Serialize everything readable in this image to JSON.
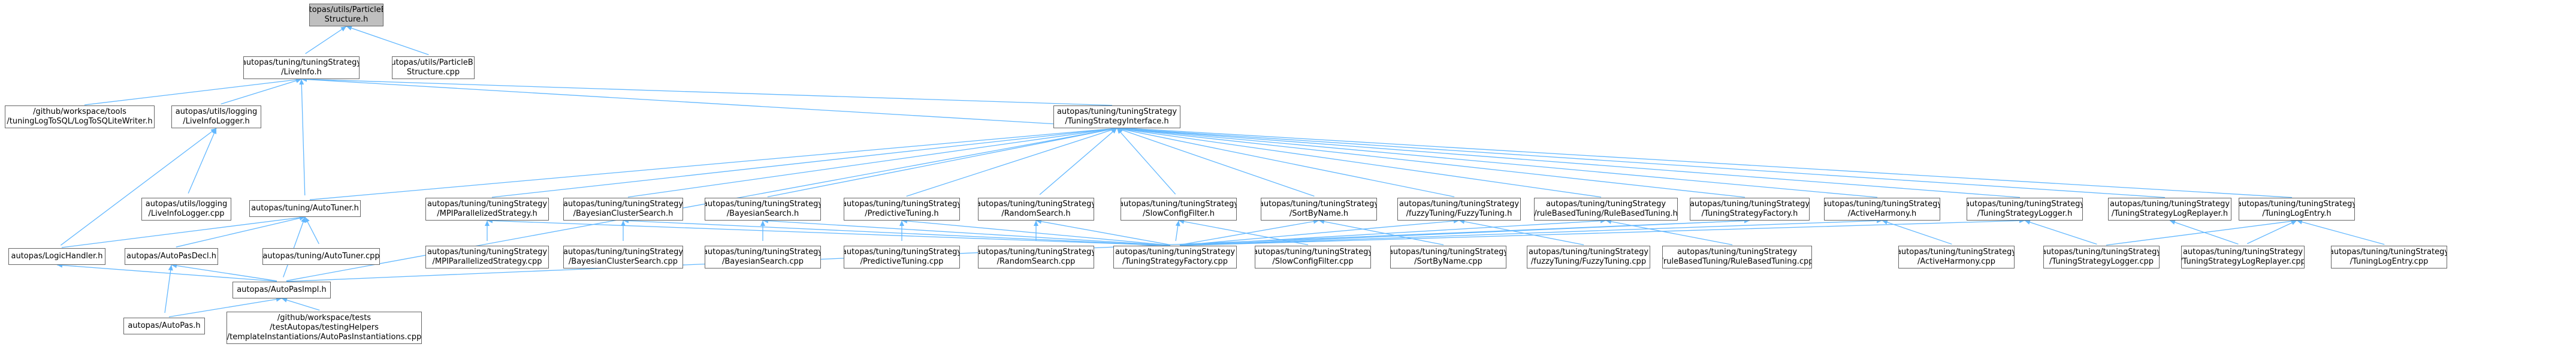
{
  "colors": {
    "edge": "#63b8ff",
    "border": "#666666",
    "root_fill": "#bfbfbf",
    "node_fill": "#ffffff"
  },
  "nodes": [
    {
      "id": "root",
      "lines": [
        "autopas/utils/ParticleBin",
        "Structure.h"
      ]
    },
    {
      "id": "liveinfo",
      "lines": [
        "autopas/tuning/tuningStrategy",
        "/LiveInfo.h"
      ]
    },
    {
      "id": "pbs_cpp",
      "lines": [
        "autopas/utils/ParticleBin",
        "Structure.cpp"
      ]
    },
    {
      "id": "gw_tools",
      "lines": [
        "/github/workspace/tools",
        "/tuningLogToSQL/LogToSQLiteWriter.h"
      ]
    },
    {
      "id": "liveinfologger_h",
      "lines": [
        "autopas/utils/logging",
        "/LiveInfoLogger.h"
      ]
    },
    {
      "id": "tsi",
      "lines": [
        "autopas/tuning/tuningStrategy",
        "/TuningStrategyInterface.h"
      ]
    },
    {
      "id": "liveinfologger_cpp",
      "lines": [
        "autopas/utils/logging",
        "/LiveInfoLogger.cpp"
      ]
    },
    {
      "id": "autotuner_h",
      "lines": [
        "autopas/tuning/AutoTuner.h"
      ]
    },
    {
      "id": "mpi_h",
      "lines": [
        "autopas/tuning/tuningStrategy",
        "/MPIParallelizedStrategy.h"
      ]
    },
    {
      "id": "bayclust_h",
      "lines": [
        "autopas/tuning/tuningStrategy",
        "/BayesianClusterSearch.h"
      ]
    },
    {
      "id": "bays_h",
      "lines": [
        "autopas/tuning/tuningStrategy",
        "/BayesianSearch.h"
      ]
    },
    {
      "id": "pred_h",
      "lines": [
        "autopas/tuning/tuningStrategy",
        "/PredictiveTuning.h"
      ]
    },
    {
      "id": "rand_h",
      "lines": [
        "autopas/tuning/tuningStrategy",
        "/RandomSearch.h"
      ]
    },
    {
      "id": "slow_h",
      "lines": [
        "autopas/tuning/tuningStrategy",
        "/SlowConfigFilter.h"
      ]
    },
    {
      "id": "sort_h",
      "lines": [
        "autopas/tuning/tuningStrategy",
        "/SortByName.h"
      ]
    },
    {
      "id": "fuzzy_h",
      "lines": [
        "autopas/tuning/tuningStrategy",
        "/fuzzyTuning/FuzzyTuning.h"
      ]
    },
    {
      "id": "rule_h",
      "lines": [
        "autopas/tuning/tuningStrategy",
        "/ruleBasedTuning/RuleBasedTuning.h"
      ]
    },
    {
      "id": "factory_h",
      "lines": [
        "autopas/tuning/tuningStrategy",
        "/TuningStrategyFactory.h"
      ]
    },
    {
      "id": "active_h",
      "lines": [
        "autopas/tuning/tuningStrategy",
        "/ActiveHarmony.h"
      ]
    },
    {
      "id": "tslogger_h",
      "lines": [
        "autopas/tuning/tuningStrategy",
        "/TuningStrategyLogger.h"
      ]
    },
    {
      "id": "tslogreplayer_h",
      "lines": [
        "autopas/tuning/tuningStrategy",
        "/TuningStrategyLogReplayer.h"
      ]
    },
    {
      "id": "tlogentry_h",
      "lines": [
        "autopas/tuning/tuningStrategy",
        "/TuningLogEntry.h"
      ]
    },
    {
      "id": "logichandler_h",
      "lines": [
        "autopas/LogicHandler.h"
      ]
    },
    {
      "id": "autopasdecl_h",
      "lines": [
        "autopas/AutoPasDecl.h"
      ]
    },
    {
      "id": "autotuner_cpp",
      "lines": [
        "autopas/tuning/AutoTuner.cpp"
      ]
    },
    {
      "id": "mpi_cpp",
      "lines": [
        "autopas/tuning/tuningStrategy",
        "/MPIParallelizedStrategy.cpp"
      ]
    },
    {
      "id": "bayclust_cpp",
      "lines": [
        "autopas/tuning/tuningStrategy",
        "/BayesianClusterSearch.cpp"
      ]
    },
    {
      "id": "bays_cpp",
      "lines": [
        "autopas/tuning/tuningStrategy",
        "/BayesianSearch.cpp"
      ]
    },
    {
      "id": "pred_cpp",
      "lines": [
        "autopas/tuning/tuningStrategy",
        "/PredictiveTuning.cpp"
      ]
    },
    {
      "id": "rand_cpp",
      "lines": [
        "autopas/tuning/tuningStrategy",
        "/RandomSearch.cpp"
      ]
    },
    {
      "id": "factory_cpp",
      "lines": [
        "autopas/tuning/tuningStrategy",
        "/TuningStrategyFactory.cpp"
      ]
    },
    {
      "id": "slow_cpp",
      "lines": [
        "autopas/tuning/tuningStrategy",
        "/SlowConfigFilter.cpp"
      ]
    },
    {
      "id": "sort_cpp",
      "lines": [
        "autopas/tuning/tuningStrategy",
        "/SortByName.cpp"
      ]
    },
    {
      "id": "fuzzy_cpp",
      "lines": [
        "autopas/tuning/tuningStrategy",
        "/fuzzyTuning/FuzzyTuning.cpp"
      ]
    },
    {
      "id": "rule_cpp",
      "lines": [
        "autopas/tuning/tuningStrategy",
        "/ruleBasedTuning/RuleBasedTuning.cpp"
      ]
    },
    {
      "id": "active_cpp",
      "lines": [
        "autopas/tuning/tuningStrategy",
        "/ActiveHarmony.cpp"
      ]
    },
    {
      "id": "tslogger_cpp",
      "lines": [
        "autopas/tuning/tuningStrategy",
        "/TuningStrategyLogger.cpp"
      ]
    },
    {
      "id": "tslogreplayer_cpp",
      "lines": [
        "autopas/tuning/tuningStrategy",
        "/TuningStrategyLogReplayer.cpp"
      ]
    },
    {
      "id": "tlogentry_cpp",
      "lines": [
        "autopas/tuning/tuningStrategy",
        "/TuningLogEntry.cpp"
      ]
    },
    {
      "id": "autopasimpl_h",
      "lines": [
        "autopas/AutoPasImpl.h"
      ]
    },
    {
      "id": "autopas_h",
      "lines": [
        "autopas/AutoPas.h"
      ]
    },
    {
      "id": "gw_tests",
      "lines": [
        "/github/workspace/tests",
        "/testAutopas/testingHelpers",
        "/templateInstantiations/AutoPasInstantiations.cpp"
      ]
    }
  ],
  "edges": [
    [
      "root",
      "liveinfo"
    ],
    [
      "root",
      "pbs_cpp"
    ],
    [
      "liveinfo",
      "gw_tools"
    ],
    [
      "liveinfo",
      "liveinfologger_h"
    ],
    [
      "liveinfo",
      "tsi"
    ],
    [
      "liveinfo",
      "autotuner_h"
    ],
    [
      "liveinfo",
      "tlogentry_h"
    ],
    [
      "liveinfologger_h",
      "liveinfologger_cpp"
    ],
    [
      "liveinfologger_h",
      "logichandler_h"
    ],
    [
      "tsi",
      "autotuner_h"
    ],
    [
      "tsi",
      "mpi_h"
    ],
    [
      "tsi",
      "bayclust_h"
    ],
    [
      "tsi",
      "bays_h"
    ],
    [
      "tsi",
      "pred_h"
    ],
    [
      "tsi",
      "rand_h"
    ],
    [
      "tsi",
      "slow_h"
    ],
    [
      "tsi",
      "sort_h"
    ],
    [
      "tsi",
      "fuzzy_h"
    ],
    [
      "tsi",
      "rule_h"
    ],
    [
      "tsi",
      "factory_h"
    ],
    [
      "tsi",
      "active_h"
    ],
    [
      "tsi",
      "tslogger_h"
    ],
    [
      "tsi",
      "tslogreplayer_h"
    ],
    [
      "tsi",
      "autopasimpl_h"
    ],
    [
      "autotuner_h",
      "logichandler_h"
    ],
    [
      "autotuner_h",
      "autopasdecl_h"
    ],
    [
      "autotuner_h",
      "autotuner_cpp"
    ],
    [
      "autotuner_h",
      "autopasimpl_h"
    ],
    [
      "mpi_h",
      "mpi_cpp"
    ],
    [
      "mpi_h",
      "factory_cpp"
    ],
    [
      "bayclust_h",
      "bayclust_cpp"
    ],
    [
      "bayclust_h",
      "factory_cpp"
    ],
    [
      "bays_h",
      "bays_cpp"
    ],
    [
      "bays_h",
      "factory_cpp"
    ],
    [
      "pred_h",
      "pred_cpp"
    ],
    [
      "pred_h",
      "factory_cpp"
    ],
    [
      "rand_h",
      "rand_cpp"
    ],
    [
      "rand_h",
      "factory_cpp"
    ],
    [
      "slow_h",
      "slow_cpp"
    ],
    [
      "slow_h",
      "factory_cpp"
    ],
    [
      "sort_h",
      "sort_cpp"
    ],
    [
      "sort_h",
      "factory_cpp"
    ],
    [
      "fuzzy_h",
      "fuzzy_cpp"
    ],
    [
      "fuzzy_h",
      "factory_cpp"
    ],
    [
      "rule_h",
      "rule_cpp"
    ],
    [
      "rule_h",
      "factory_cpp"
    ],
    [
      "factory_h",
      "factory_cpp"
    ],
    [
      "factory_h",
      "autopasimpl_h"
    ],
    [
      "active_h",
      "active_cpp"
    ],
    [
      "active_h",
      "factory_cpp"
    ],
    [
      "tslogger_h",
      "tslogger_cpp"
    ],
    [
      "tslogger_h",
      "factory_cpp"
    ],
    [
      "tslogreplayer_h",
      "tslogreplayer_cpp"
    ],
    [
      "tlogentry_h",
      "tslogger_cpp"
    ],
    [
      "tlogentry_h",
      "tslogreplayer_cpp"
    ],
    [
      "tlogentry_h",
      "tlogentry_cpp"
    ],
    [
      "logichandler_h",
      "autopasimpl_h"
    ],
    [
      "autopasdecl_h",
      "autopas_h"
    ],
    [
      "autopasdecl_h",
      "autopasimpl_h"
    ],
    [
      "autopasimpl_h",
      "autopas_h"
    ],
    [
      "autopasimpl_h",
      "gw_tests"
    ]
  ]
}
